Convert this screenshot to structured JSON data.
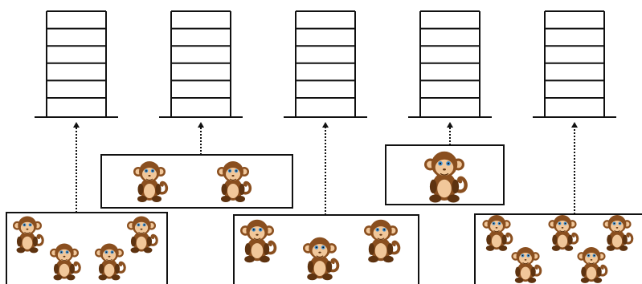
{
  "diagram": {
    "columns": [
      {
        "id": "col-1",
        "ladder_rungs": 5,
        "group_monkeys": 4
      },
      {
        "id": "col-2",
        "ladder_rungs": 5,
        "group_monkeys": 2
      },
      {
        "id": "col-3",
        "ladder_rungs": 5,
        "group_monkeys": 3
      },
      {
        "id": "col-4",
        "ladder_rungs": 5,
        "group_monkeys": 1
      },
      {
        "id": "col-5",
        "ladder_rungs": 5,
        "group_monkeys": 5
      }
    ],
    "icons": {
      "ladder": "ladder-icon",
      "monkey": "monkey-icon",
      "arrow": "dotted-arrow-icon"
    },
    "colors": {
      "stroke": "#111111",
      "monkey_fur": "#8a4f1f",
      "monkey_fur_dark": "#5e3310",
      "monkey_face": "#f1c79a",
      "monkey_eye": "#3f8fd0"
    }
  }
}
